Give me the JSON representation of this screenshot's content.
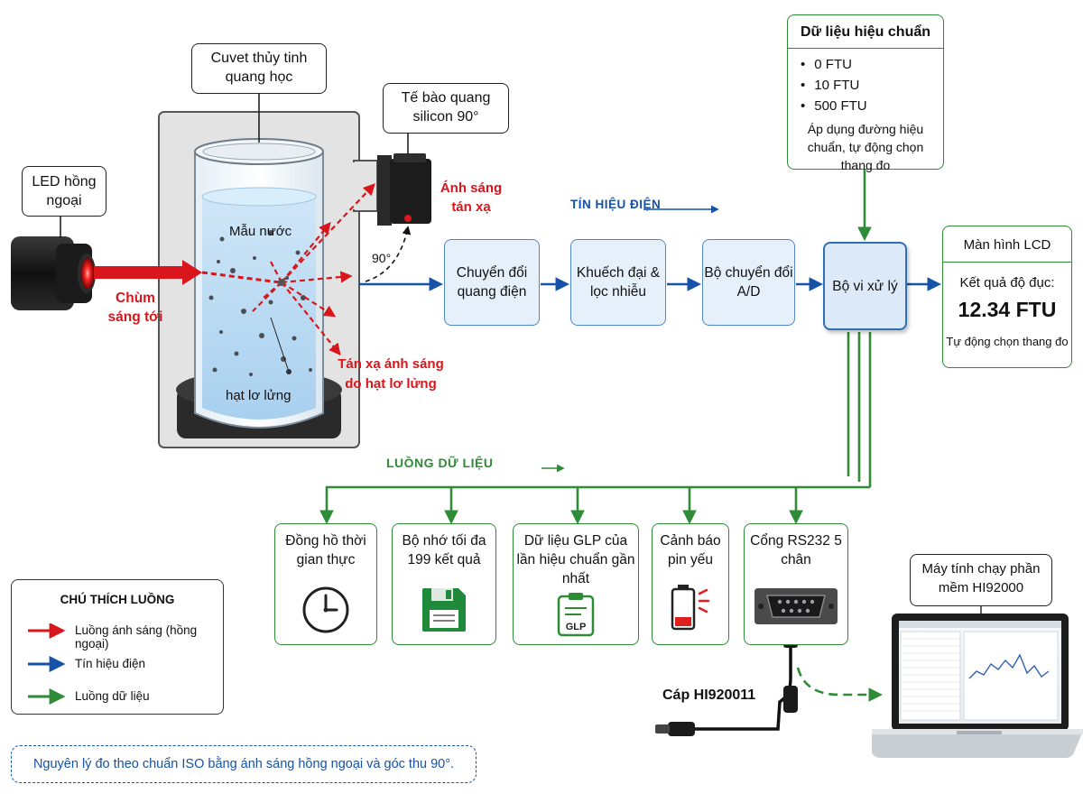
{
  "callouts": {
    "led": "LED hồng ngoại",
    "cuvette": "Cuvet thủy tinh quang học",
    "photocell": "Tế bào quang silicon 90°"
  },
  "optics": {
    "incident_beam": "Chùm sáng tới",
    "water_sample": "Mẫu nước",
    "suspended_particles": "hạt lơ lửng",
    "scattered_light": "Ánh sáng tán xạ",
    "scatter_by_particles": "Tán xạ ánh sáng do hạt lơ lửng",
    "angle": "90°"
  },
  "signal_label": "TÍN HIỆU ĐIỆN",
  "data_flow_label": "LUỒNG DỮ LIỆU",
  "pipeline": {
    "photoelectric": "Chuyển đổi quang điện",
    "amplifier": "Khuếch đại & lọc nhiễu",
    "adc": "Bộ chuyển đổi A/D",
    "mcu": "Bộ vi xử lý"
  },
  "calibration": {
    "title": "Dữ liệu hiệu chuẩn",
    "points": [
      "0 FTU",
      "10 FTU",
      "500 FTU"
    ],
    "note": "Áp dụng đường hiệu chuẩn, tự động chọn thang đo"
  },
  "lcd": {
    "title": "Màn hình LCD",
    "result_label": "Kết quả độ đục:",
    "value": "12.34 FTU",
    "note": "Tự động chọn thang đo"
  },
  "features": [
    {
      "label": "Đồng hồ thời gian thực",
      "icon": "clock-icon"
    },
    {
      "label": "Bộ nhớ tối đa 199 kết quả",
      "icon": "floppy-disk-icon"
    },
    {
      "label": "Dữ liệu GLP của lần hiệu chuẩn gần nhất",
      "icon": "glp-clipboard-icon",
      "icon_text": "GLP"
    },
    {
      "label": "Cảnh báo pin yếu",
      "icon": "low-battery-icon"
    },
    {
      "label": "Cổng RS232 5 chân",
      "icon": "rs232-port-icon"
    }
  ],
  "cable_label": "Cáp HI920011",
  "computer_label": "Máy tính chạy phần mềm HI92000",
  "legend": {
    "title": "CHÚ THÍCH LUỒNG",
    "items": [
      {
        "label": "Luồng ánh sáng (hồng ngoại)",
        "color": "#d8161b"
      },
      {
        "label": "Tín hiệu điện",
        "color": "#1652a5"
      },
      {
        "label": "Luồng dữ liệu",
        "color": "#2e8b36"
      }
    ]
  },
  "footnote": "Nguyên lý đo theo chuẩn ISO bằng ánh sáng hồng ngoại và góc thu 90°.",
  "colors": {
    "light": "#d8161b",
    "signal": "#1652a5",
    "data": "#2e8b36"
  }
}
